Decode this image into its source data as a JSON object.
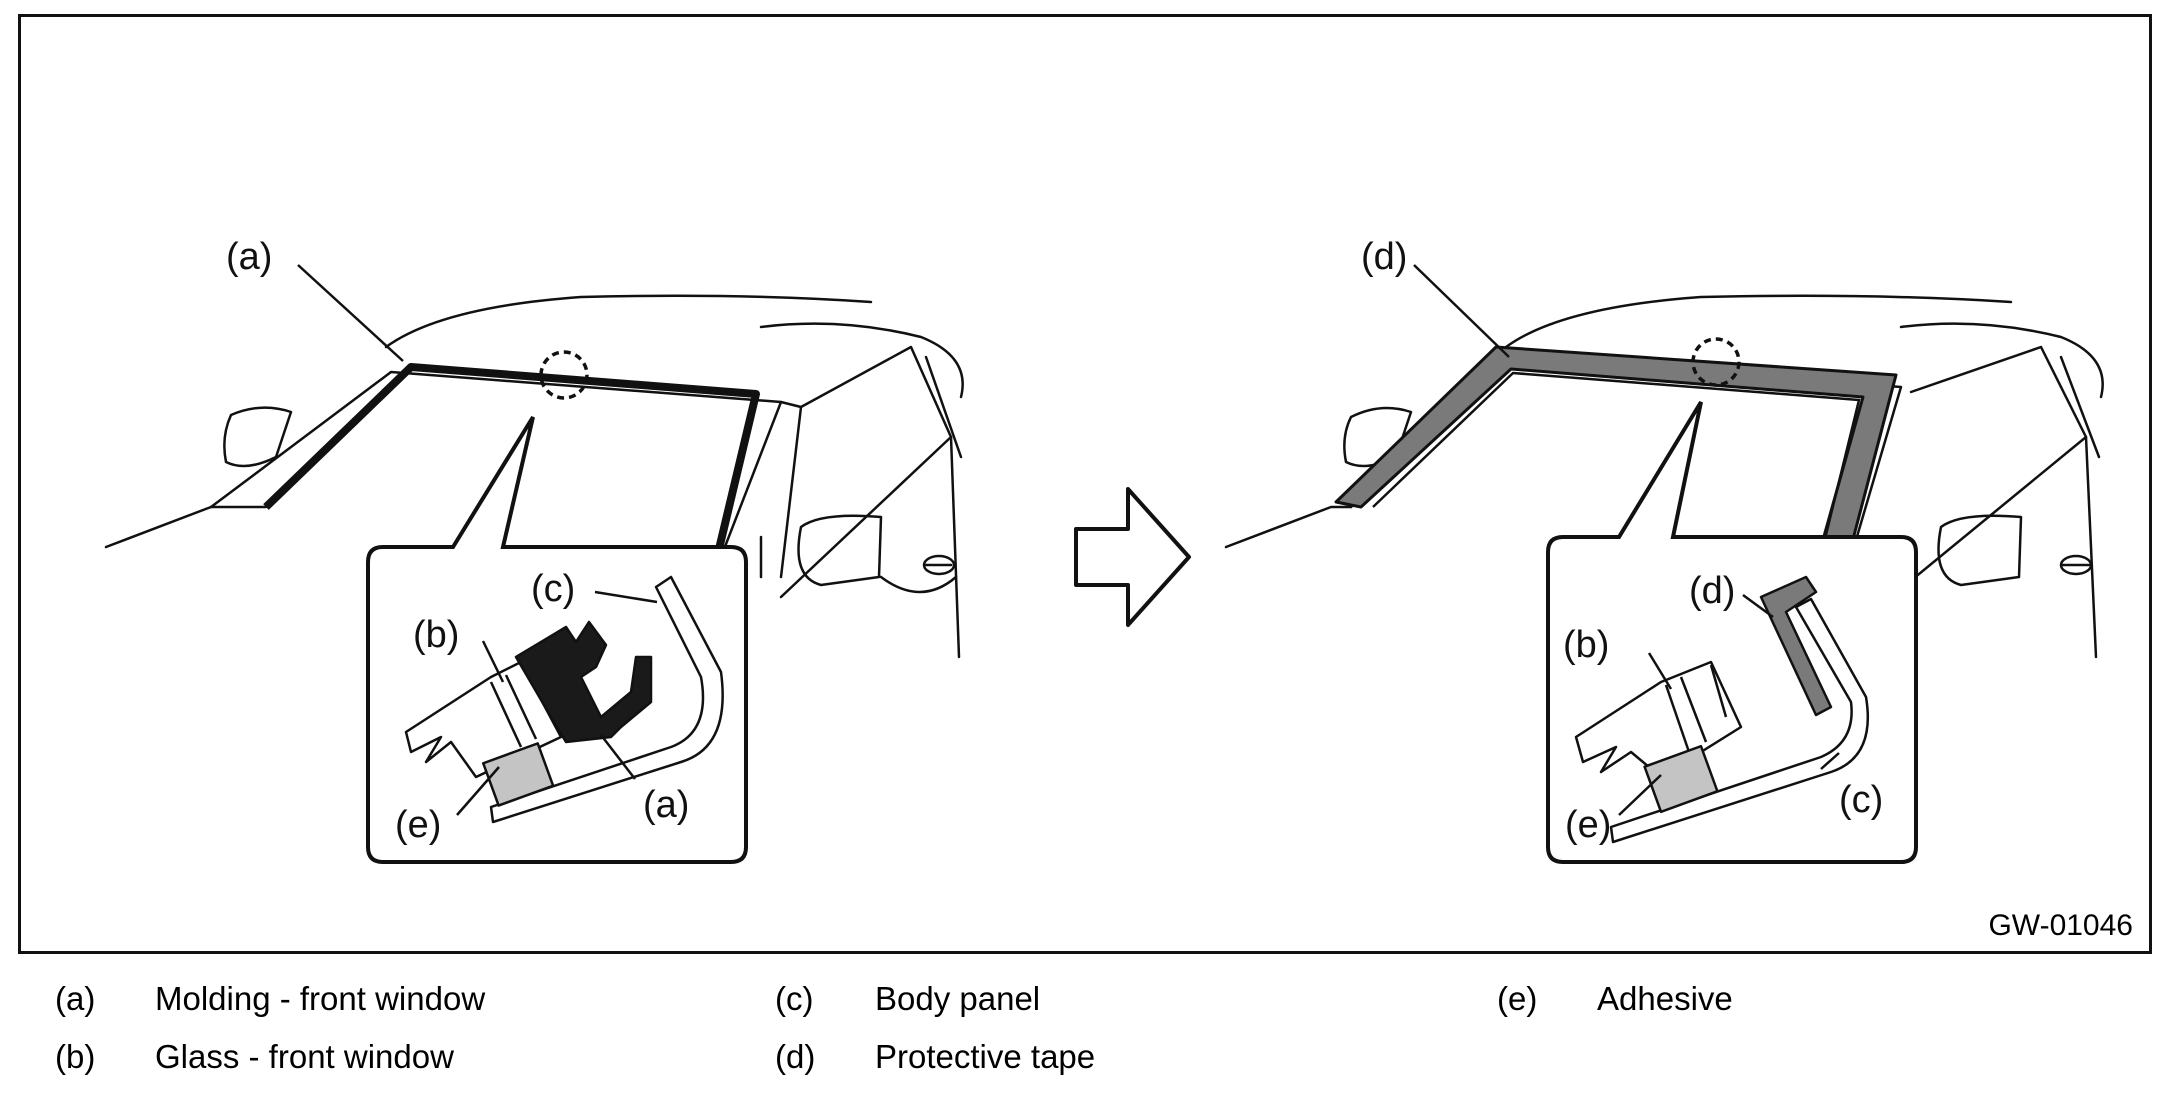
{
  "figure_code": "GW-01046",
  "callouts_left": {
    "main": "(a)",
    "inset_c": "(c)",
    "inset_b": "(b)",
    "inset_e": "(e)",
    "inset_a": "(a)"
  },
  "callouts_right": {
    "main": "(d)",
    "inset_d": "(d)",
    "inset_b": "(b)",
    "inset_e": "(e)",
    "inset_c": "(c)"
  },
  "legend": [
    {
      "key": "(a)",
      "label": "Molding - front window"
    },
    {
      "key": "(b)",
      "label": "Glass - front window"
    },
    {
      "key": "(c)",
      "label": "Body panel"
    },
    {
      "key": "(d)",
      "label": "Protective tape"
    },
    {
      "key": "(e)",
      "label": "Adhesive"
    }
  ],
  "colors": {
    "line": "#111111",
    "protective_tape": "#7a7a7a",
    "adhesive": "#c4c4c4",
    "molding": "#1a1a1a"
  }
}
